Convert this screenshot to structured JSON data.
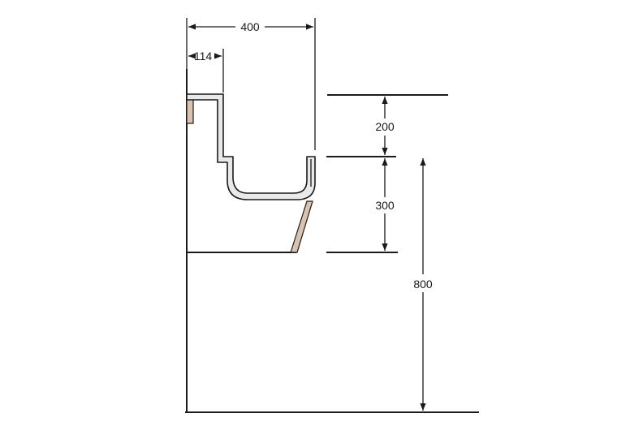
{
  "dimensions": {
    "overall_width": "400",
    "lip_width": "114",
    "upper_height": "200",
    "lower_height": "300",
    "total_height": "800"
  },
  "colors": {
    "line": "#1a1a1a",
    "profile_fill": "#e9e9e9",
    "timber_fill": "#d9c2b0"
  }
}
